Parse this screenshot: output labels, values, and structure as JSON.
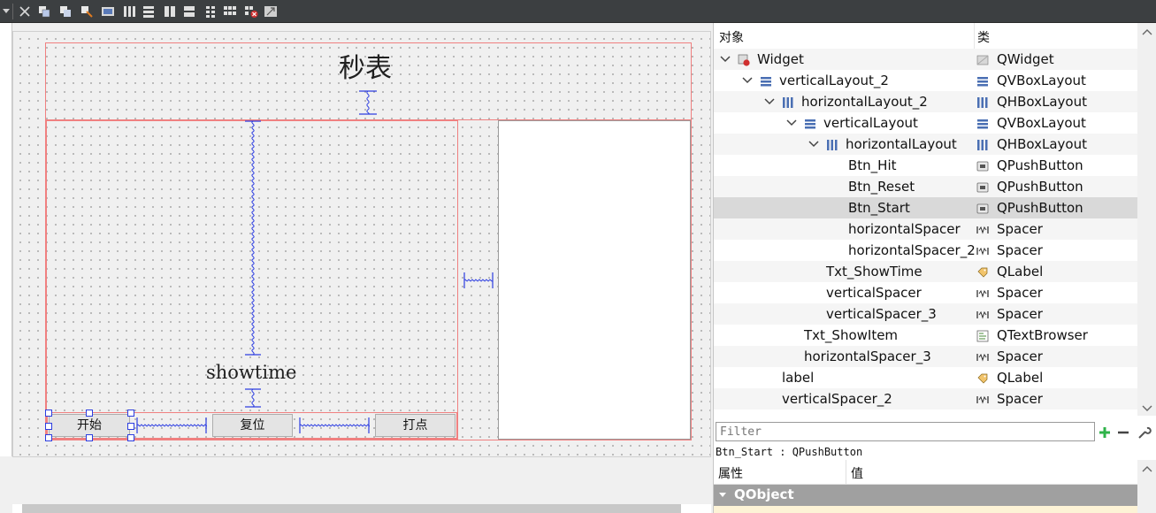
{
  "designer": {
    "title_label": "秒表",
    "showtime_label": "showtime",
    "buttons": {
      "start": "开始",
      "reset": "复位",
      "hit": "打点"
    }
  },
  "inspector": {
    "col_object": "对象",
    "col_class": "类",
    "tree": [
      {
        "name": "Widget",
        "type": "QWidget",
        "expanded": true
      },
      {
        "name": "verticalLayout_2",
        "type": "QVBoxLayout",
        "expanded": true
      },
      {
        "name": "horizontalLayout_2",
        "type": "QHBoxLayout",
        "expanded": true
      },
      {
        "name": "verticalLayout",
        "type": "QVBoxLayout",
        "expanded": true
      },
      {
        "name": "horizontalLayout",
        "type": "QHBoxLayout",
        "expanded": true
      },
      {
        "name": "Btn_Hit",
        "type": "QPushButton"
      },
      {
        "name": "Btn_Reset",
        "type": "QPushButton"
      },
      {
        "name": "Btn_Start",
        "type": "QPushButton",
        "selected": true
      },
      {
        "name": "horizontalSpacer",
        "type": "Spacer"
      },
      {
        "name": "horizontalSpacer_2",
        "type": "Spacer"
      },
      {
        "name": "Txt_ShowTime",
        "type": "QLabel"
      },
      {
        "name": "verticalSpacer",
        "type": "Spacer"
      },
      {
        "name": "verticalSpacer_3",
        "type": "Spacer"
      },
      {
        "name": "Txt_ShowItem",
        "type": "QTextBrowser"
      },
      {
        "name": "horizontalSpacer_3",
        "type": "Spacer"
      },
      {
        "name": "label",
        "type": "QLabel"
      },
      {
        "name": "verticalSpacer_2",
        "type": "Spacer"
      }
    ],
    "filter_placeholder": "Filter",
    "selected_info": "Btn_Start : QPushButton",
    "prop_col_property": "属性",
    "prop_col_value": "值",
    "prop_group": "QObject"
  },
  "colors": {
    "layout_border": "#f08080",
    "spacer": "#2c3de0",
    "toolbar": "#3c3f41"
  }
}
